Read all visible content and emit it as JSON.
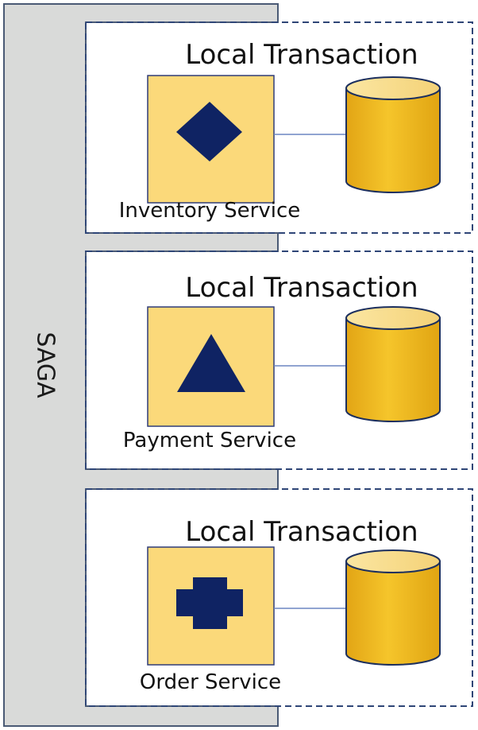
{
  "saga": {
    "label": "SAGA"
  },
  "colors": {
    "saga_fill": "#d9dad9",
    "saga_stroke": "#4a5a75",
    "service_fill": "#fbd97a",
    "service_stroke": "#2f3c78",
    "shape_fill": "#0f2363",
    "db_fill": "#f2bd22",
    "dashed_border": "#2f4677",
    "connector": "#6b86c2"
  },
  "transactions": [
    {
      "title": "Local Transaction",
      "service": "Inventory Service",
      "icon": "diamond-icon"
    },
    {
      "title": "Local Transaction",
      "service": "Payment Service",
      "icon": "triangle-icon"
    },
    {
      "title": "Local Transaction",
      "service": "Order Service",
      "icon": "cross-icon"
    }
  ]
}
